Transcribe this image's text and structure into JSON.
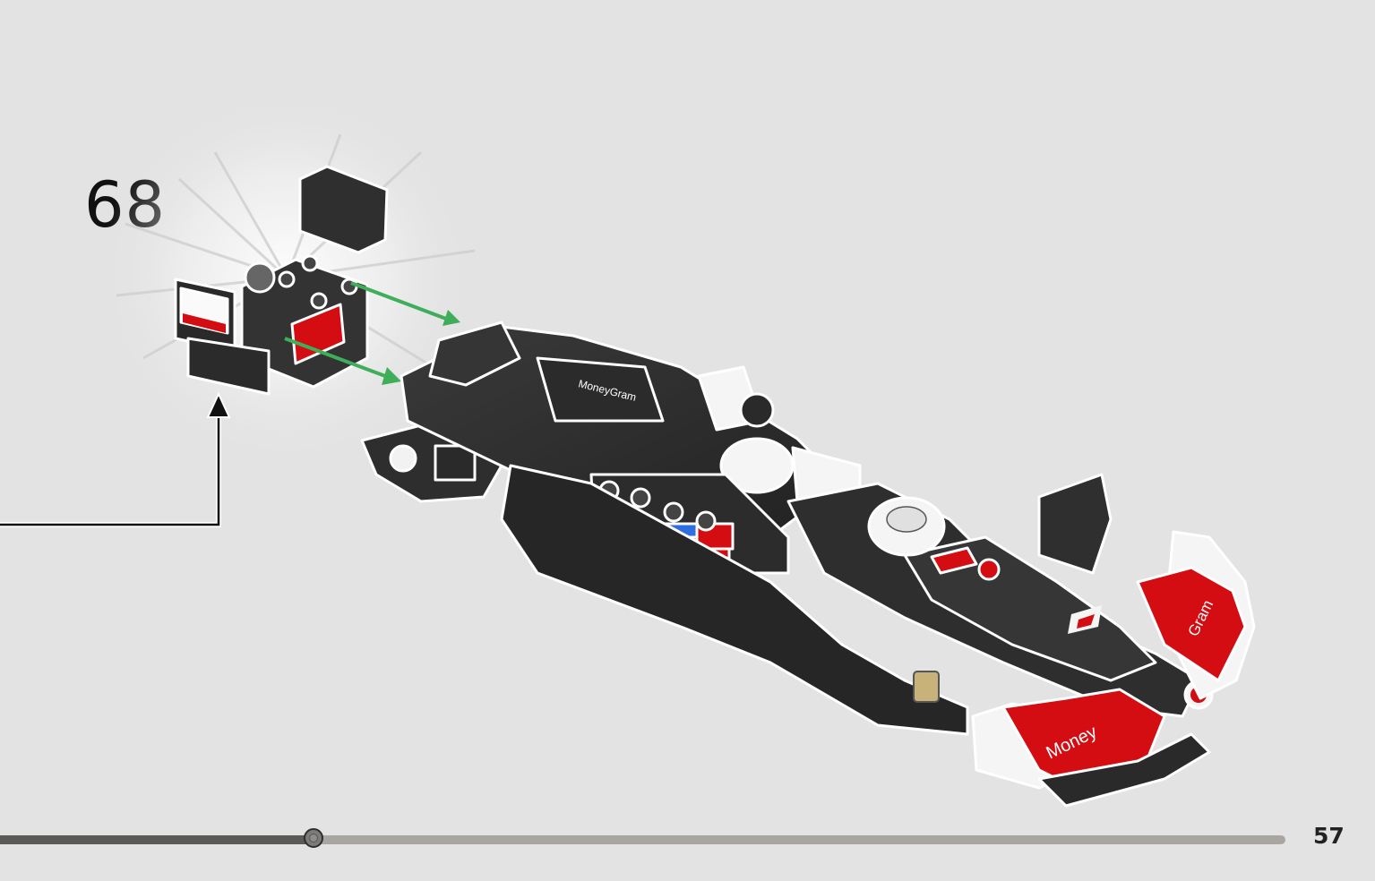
{
  "step": {
    "number": "68"
  },
  "page": {
    "number": "57"
  },
  "progress": {
    "fraction": 0.244
  },
  "decals": {
    "sidepod": "MoneyGram",
    "wing_left": "Money",
    "wing_right": "Gram"
  },
  "colors": {
    "background": "#e3e3e3",
    "brick_dark": "#2f2f2f",
    "brick_red": "#d40d12",
    "brick_white": "#f5f5f5",
    "arrow_green": "#3fae5a",
    "arrow_black": "#111111"
  },
  "icons": [
    "assembly-arrow-icon",
    "callout-arrow-icon"
  ]
}
